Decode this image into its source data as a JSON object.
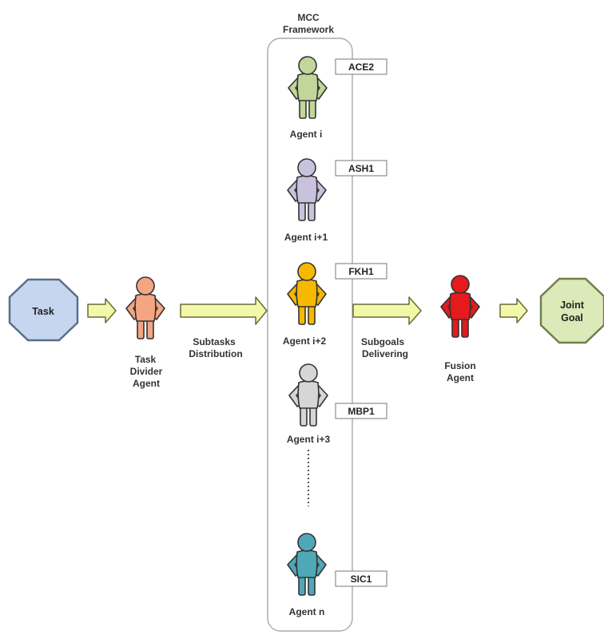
{
  "framework": {
    "title_line1": "MCC",
    "title_line2": "Framework"
  },
  "task": {
    "label": "Task",
    "fill": "#c5d6ee",
    "stroke": "#5a6e8c"
  },
  "goal": {
    "label_line1": "Joint",
    "label_line2": "Goal",
    "fill": "#dbeab8",
    "stroke": "#6f7f4d"
  },
  "divider_agent": {
    "label_line1": "Task",
    "label_line2": "Divider",
    "label_line3": "Agent",
    "fill": "#f4a582"
  },
  "fusion_agent": {
    "label_line1": "Fusion",
    "label_line2": "Agent",
    "fill": "#e41a1c"
  },
  "flows": {
    "distribution_line1": "Subtasks",
    "distribution_line2": "Distribution",
    "delivering_line1": "Subgoals",
    "delivering_line2": "Delivering",
    "arrow_fill": "#f3f7a8"
  },
  "agents": [
    {
      "name": "Agent i",
      "tag": "ACE2",
      "fill": "#c2d69b"
    },
    {
      "name": "Agent i+1",
      "tag": "ASH1",
      "fill": "#c9c2dd"
    },
    {
      "name": "Agent i+2",
      "tag": "FKH1",
      "fill": "#f6b800"
    },
    {
      "name": "Agent i+3",
      "tag": "MBP1",
      "fill": "#d6d6d6"
    },
    {
      "name": "Agent n",
      "tag": "SIC1",
      "fill": "#4ea8b8"
    }
  ]
}
